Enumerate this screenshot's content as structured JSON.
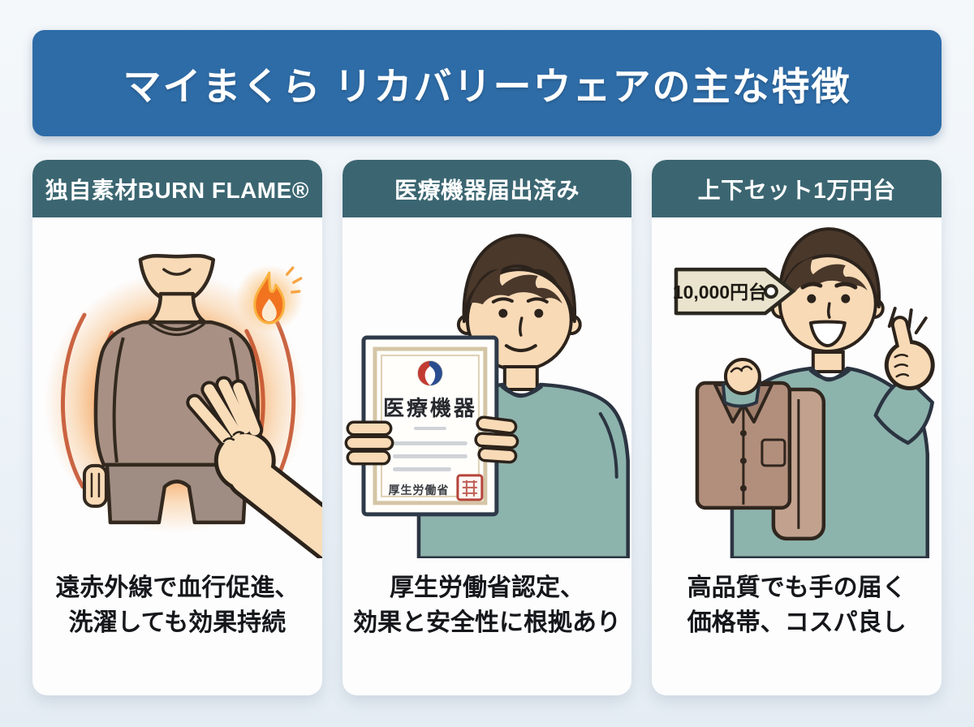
{
  "title": "マイまくら リカバリーウェアの主な特徴",
  "cards": [
    {
      "header": "独自素材BURN FLAME®",
      "caption": [
        "遠赤外線で血行促進、",
        "洗濯しても効果持続"
      ],
      "illustration": "heated-torso-with-flame-and-hand"
    },
    {
      "header": "医療機器届出済み",
      "caption": [
        "厚生労働省認定、",
        "効果と安全性に根拠あり"
      ],
      "illustration": "man-holding-certificate"
    },
    {
      "header": "上下セット1万円台",
      "caption": [
        "高品質でも手の届く",
        "価格帯、コスパ良し"
      ],
      "illustration": "man-with-pajama-set-thumbs-up"
    }
  ],
  "certificate": {
    "title": "医療機器",
    "issuer": "厚生労働省"
  },
  "price_tag": "10,000円台",
  "colors": {
    "background": "#eef3f8",
    "banner_blue": "#2e6ca7",
    "header_teal": "#3b6671",
    "card_white": "#fdfdfe",
    "text_dark": "#15171a",
    "flame_orange": "#f2731f",
    "glow_orange": "#f2923f",
    "heat_red": "#c4512c",
    "sweater_taupe": "#a89084",
    "sweater_teal": "#8db3ad",
    "pajama_brown": "#b28f7c",
    "tag_beige": "#eae4ce",
    "stamp_red": "#b5443a",
    "skin": "#f8dab6",
    "hair_brown": "#4a382b"
  }
}
